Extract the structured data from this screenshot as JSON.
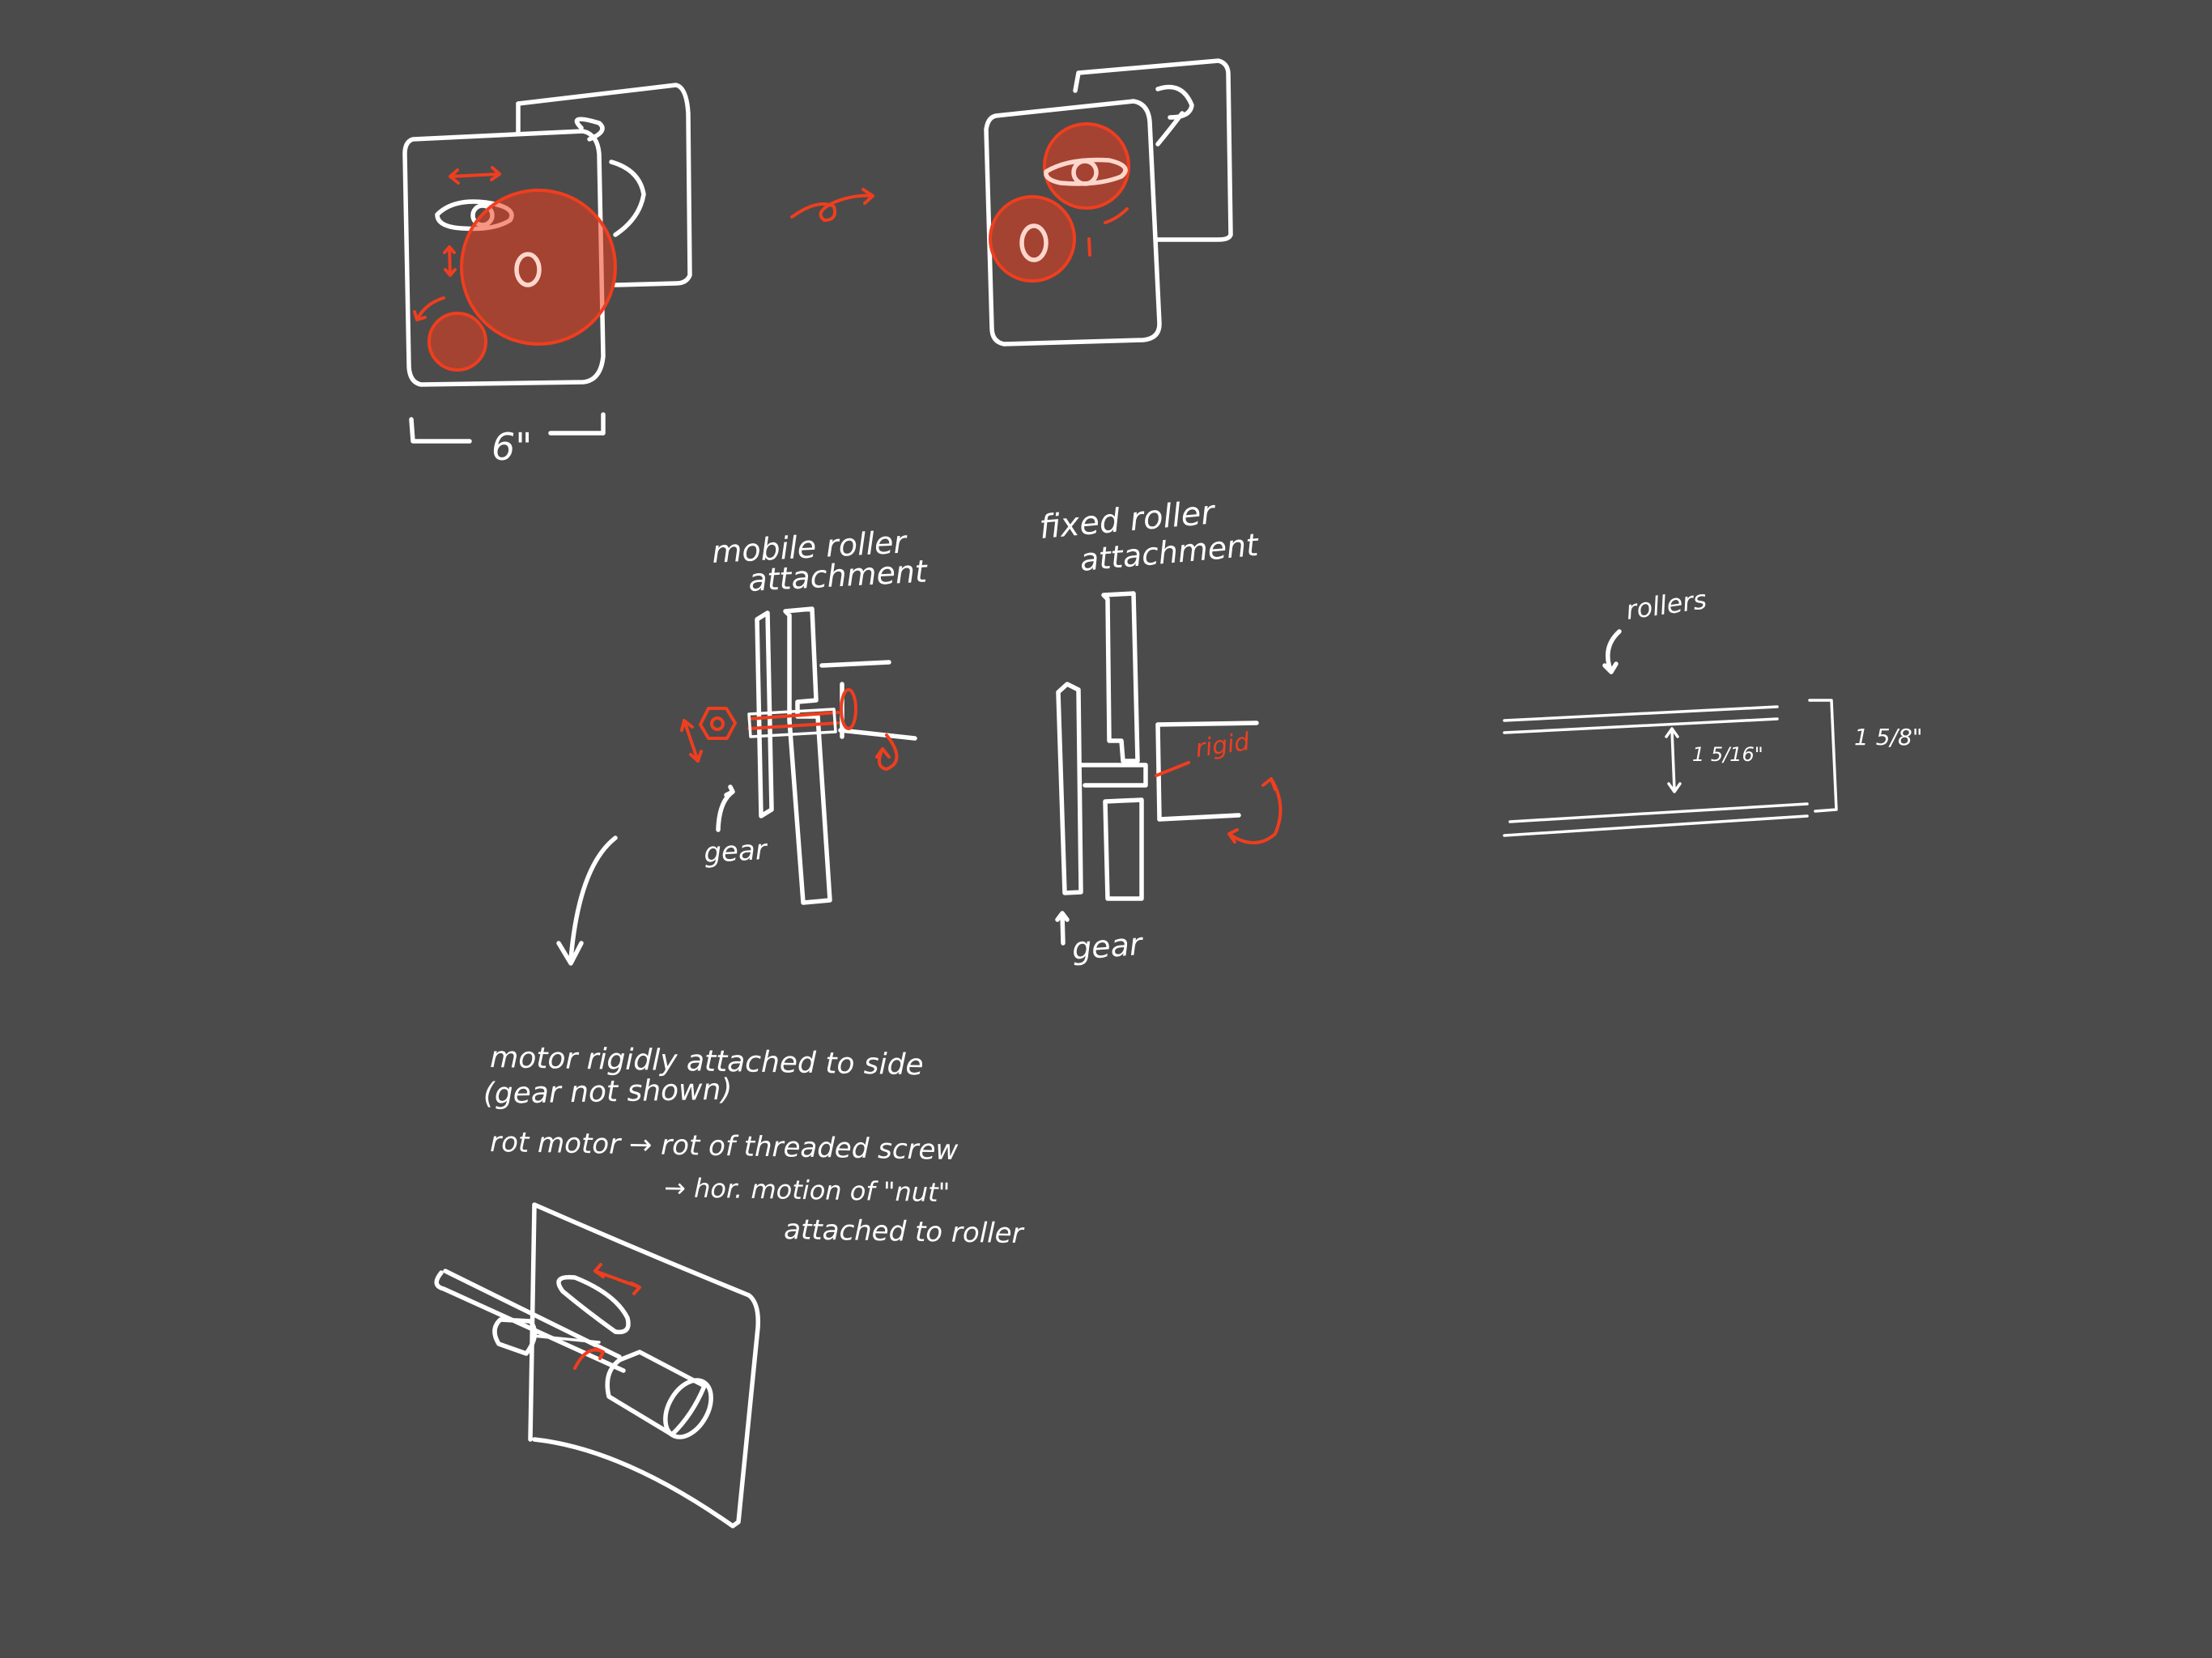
{
  "colors": {
    "background": "#4b4b4b",
    "ink": "#ffffff",
    "accent": "#ef3e1f"
  },
  "labels": {
    "width_dim": "6\"",
    "mobile_roller_line1": "mobile roller",
    "mobile_roller_line2": "attachment",
    "fixed_roller_line1": "fixed roller",
    "fixed_roller_line2": "attachment",
    "gear_left": "gear",
    "gear_right": "gear",
    "rigid": "rigid",
    "rollers": "rollers",
    "inner_dim": "1 5/16\"",
    "outer_dim": "1 5/8\"",
    "note_line1": "motor rigidly attached to side",
    "note_line2": "(gear not shown)",
    "note_line3": "rot motor → rot of threaded screw",
    "note_line4": "→ hor. motion of \"nut\"",
    "note_line5": "attached to roller"
  }
}
